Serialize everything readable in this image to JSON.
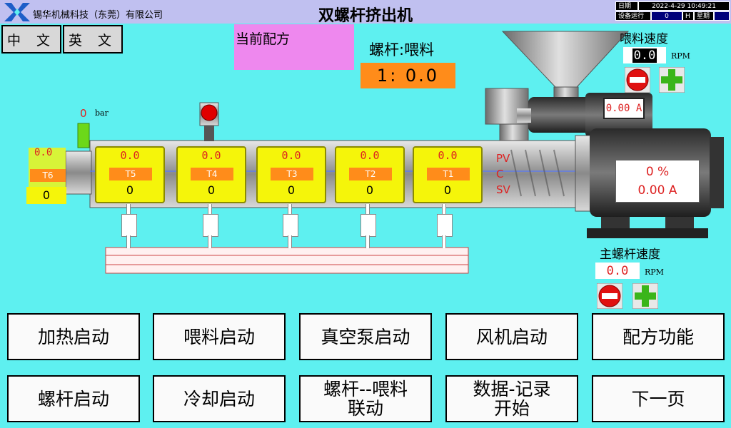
{
  "header": {
    "company": "锡华机械科技（东莞）有限公司",
    "title": "双螺杆挤出机",
    "date_label": "日期",
    "datetime": "2022-4-29 10:49:21",
    "status_label": "设备运行",
    "status_value": "0",
    "hour_unit": "H",
    "weekday_label": "星期"
  },
  "lang": {
    "zh": "中 文",
    "en": "英 文"
  },
  "recipe_label": "当前配方",
  "screw_feed": {
    "label": "螺杆:喂料",
    "value": "1: 0.0"
  },
  "feed_speed": {
    "label": "喂料速度",
    "value": "0.0",
    "unit": "RPM",
    "current": "0.00 A"
  },
  "main_screw_speed": {
    "label": "主螺杆速度",
    "value": "0.0",
    "unit": "RPM"
  },
  "motor": {
    "percent": "0 %",
    "current": "0.00 A"
  },
  "pressure": {
    "value": "0",
    "unit": "bar"
  },
  "zone_legend": {
    "pv": "PV",
    "c": "C",
    "sv": "SV"
  },
  "zones": [
    {
      "tag": "T5",
      "pv": "0.0",
      "sv": "0"
    },
    {
      "tag": "T4",
      "pv": "0.0",
      "sv": "0"
    },
    {
      "tag": "T3",
      "pv": "0.0",
      "sv": "0"
    },
    {
      "tag": "T2",
      "pv": "0.0",
      "sv": "0"
    },
    {
      "tag": "T1",
      "pv": "0.0",
      "sv": "0"
    }
  ],
  "zone6": {
    "tag": "T6",
    "pv": "0.0",
    "sv": "0"
  },
  "buttons": {
    "heat": "加热启动",
    "feed": "喂料启动",
    "vacuum": "真空泵启动",
    "fan": "风机启动",
    "recipe": "配方功能",
    "screw": "螺杆启动",
    "cool": "冷却启动",
    "link_1": "螺杆--喂料",
    "link_2": "联动",
    "log_1": "数据-记录",
    "log_2": "开始",
    "next": "下一页"
  },
  "colors": {
    "background": "#5ef0f0",
    "accent_orange": "#ff8c1a",
    "heater_yellow": "#f5f50a",
    "pv_red": "#dd2222"
  }
}
